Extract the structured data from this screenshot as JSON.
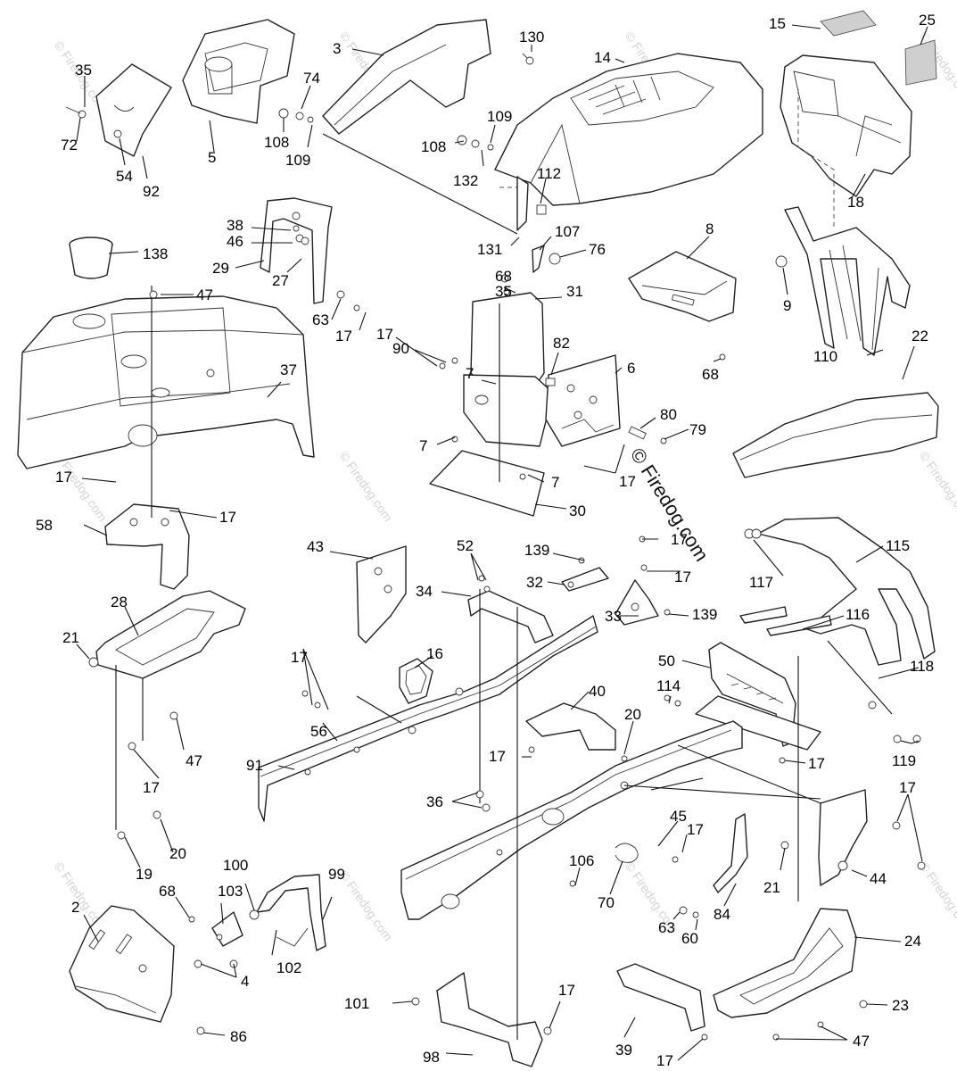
{
  "watermark": {
    "main": "© Firedog.com",
    "faint": "© Firedog.com"
  },
  "callouts": {
    "c2": "2",
    "c3": "3",
    "c4": "4",
    "c5": "5",
    "c6": "6",
    "c7a": "7",
    "c7b": "7",
    "c7c": "7",
    "c8": "8",
    "c9": "9",
    "c14": "14",
    "c15": "15",
    "c16": "16",
    "c17a": "17",
    "c17b": "17",
    "c17c": "17",
    "c17d": "17",
    "c17e": "17",
    "c17f": "17",
    "c17g": "17",
    "c17h": "17",
    "c17i": "17",
    "c17j": "17",
    "c17k": "17",
    "c17l": "17",
    "c17m": "17",
    "c17n": "17",
    "c18": "18",
    "c19": "19",
    "c20a": "20",
    "c20b": "20",
    "c21a": "21",
    "c21b": "21",
    "c22": "22",
    "c23": "23",
    "c24": "24",
    "c25": "25",
    "c27": "27",
    "c28": "28",
    "c29": "29",
    "c30": "30",
    "c31": "31",
    "c32": "32",
    "c33": "33",
    "c34": "34",
    "c35a": "35",
    "c35b": "35",
    "c36": "36",
    "c37": "37",
    "c38": "38",
    "c39": "39",
    "c40": "40",
    "c43": "43",
    "c44": "44",
    "c45": "45",
    "c46": "46",
    "c47a": "47",
    "c47b": "47",
    "c47c": "47",
    "c50": "50",
    "c52": "52",
    "c54": "54",
    "c56": "56",
    "c58": "58",
    "c60": "60",
    "c63a": "63",
    "c63b": "63",
    "c68a": "68",
    "c68b": "68",
    "c68c": "68",
    "c70": "70",
    "c72": "72",
    "c74": "74",
    "c76": "76",
    "c79": "79",
    "c80": "80",
    "c82": "82",
    "c84": "84",
    "c86": "86",
    "c90": "90",
    "c91": "91",
    "c92": "92",
    "c98": "98",
    "c99": "99",
    "c100": "100",
    "c101": "101",
    "c102": "102",
    "c103": "103",
    "c106": "106",
    "c107": "107",
    "c108a": "108",
    "c108b": "108",
    "c109a": "109",
    "c109b": "109",
    "c110": "110",
    "c112": "112",
    "c114": "114",
    "c115": "115",
    "c116": "116",
    "c117": "117",
    "c118": "118",
    "c119": "119",
    "c130": "130",
    "c131": "131",
    "c132": "132",
    "c138": "138",
    "c139a": "139",
    "c139b": "139"
  }
}
